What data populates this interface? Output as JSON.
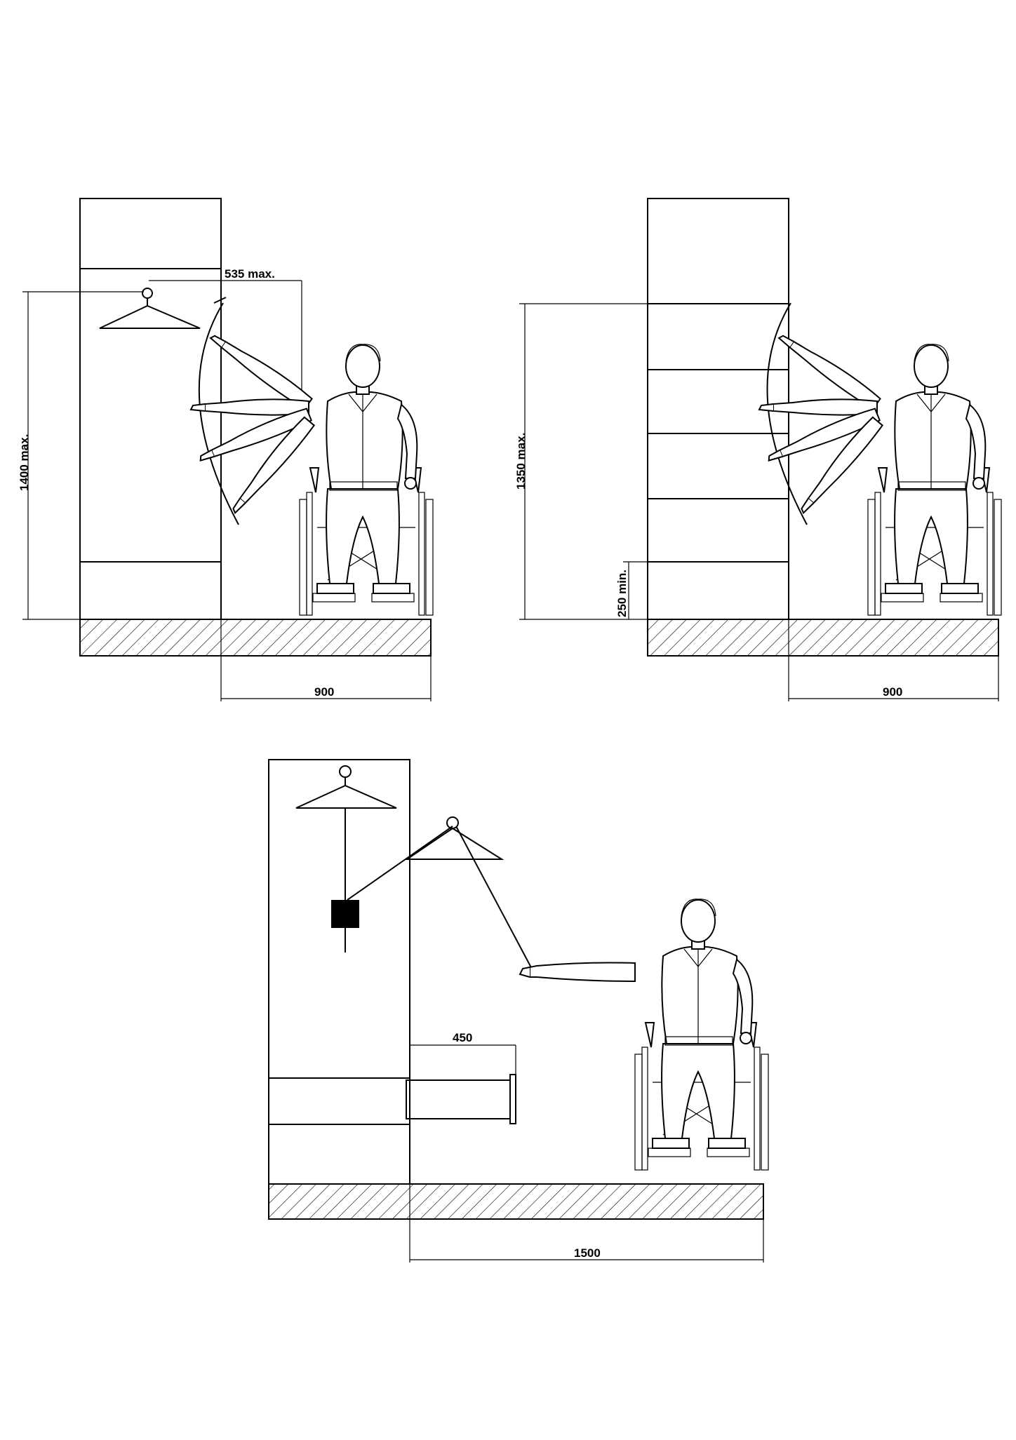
{
  "diagrams": [
    {
      "id": "top-left",
      "height_label": "1400 max.",
      "reach_label": "535 max.",
      "depth_label": "900"
    },
    {
      "id": "top-right",
      "height_label": "1350 max.",
      "min_label": "250 min.",
      "depth_label": "900"
    },
    {
      "id": "bottom",
      "drawer_label": "450",
      "depth_label": "1500"
    }
  ]
}
